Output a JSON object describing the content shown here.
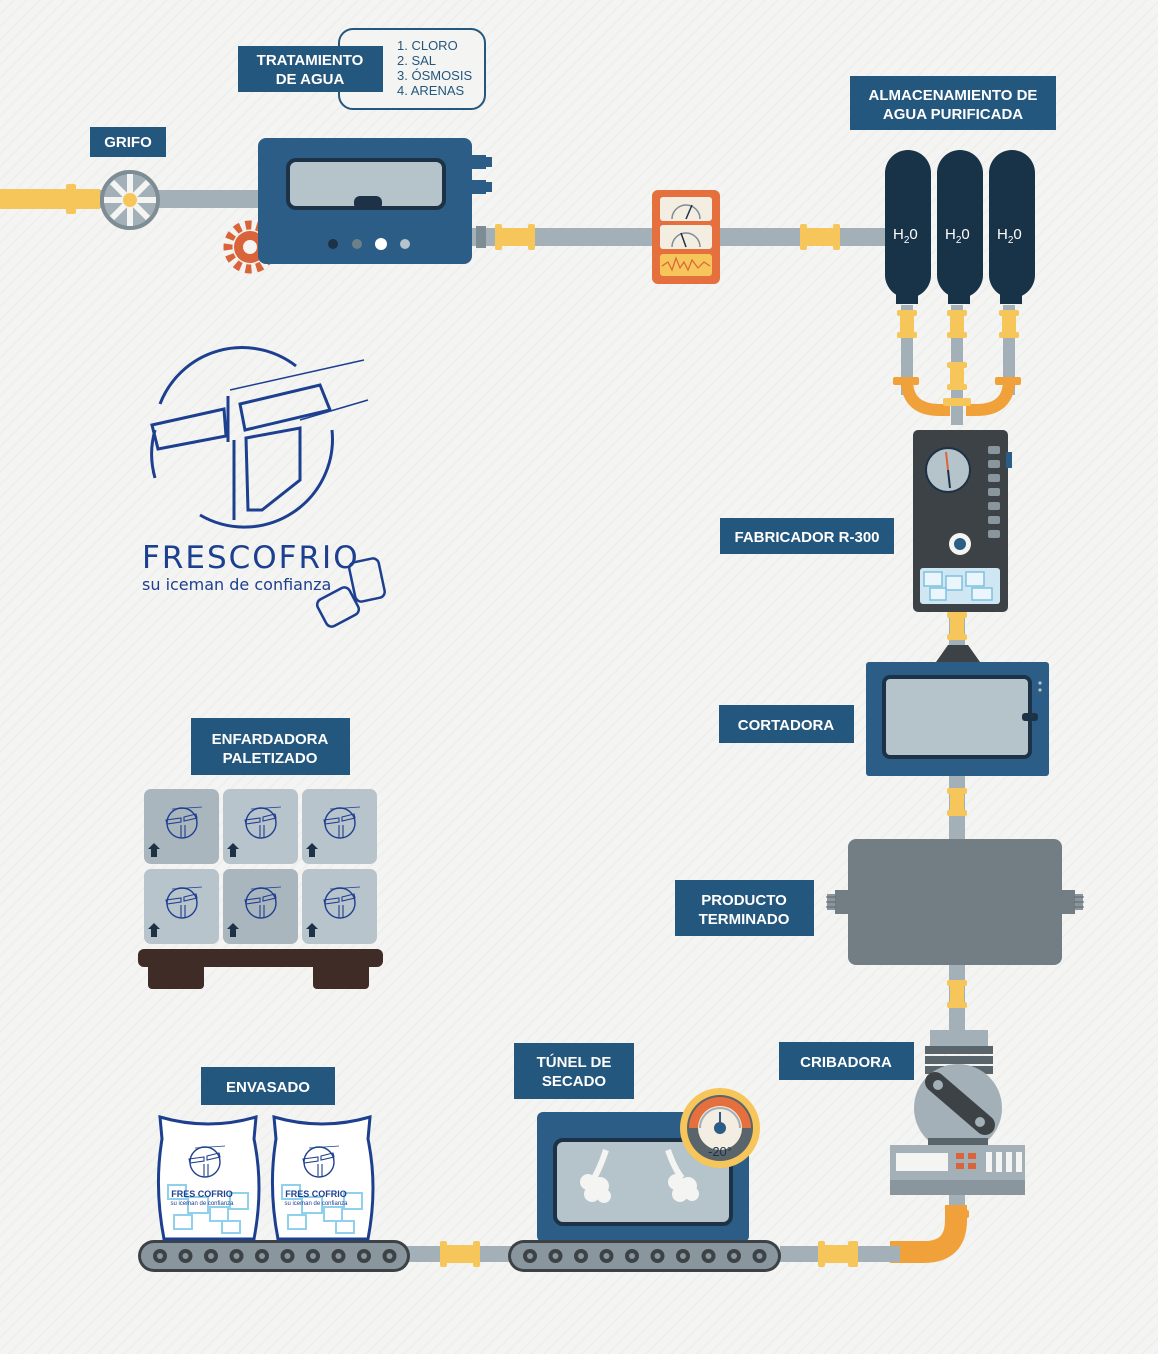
{
  "stations": {
    "grifo": "GRIFO",
    "tratamiento_line1": "TRATAMIENTO",
    "tratamiento_line2": "DE AGUA",
    "almacenamiento_line1": "ALMACENAMIENTO DE",
    "almacenamiento_line2": "AGUA PURIFICADA",
    "fabricador": "FABRICADOR R-300",
    "cortadora": "CORTADORA",
    "producto_line1": "PRODUCTO",
    "producto_line2": "TERMINADO",
    "cribadora": "CRIBADORA",
    "tunel_line1": "TÚNEL DE",
    "tunel_line2": "SECADO",
    "envasado": "ENVASADO",
    "enfardadora_line1": "ENFARDADORA",
    "enfardadora_line2": "PALETIZADO"
  },
  "treatment_steps": [
    "1. CLORO",
    "2. SAL",
    "3. ÓSMOSIS",
    "4. ARENAS"
  ],
  "tank_label": "H",
  "tank_sub": "2",
  "tank_suffix": "0",
  "temperature": "-20°",
  "brand": {
    "name": "FRESCOFRIO",
    "tagline": "su iceman de confianza",
    "bag_name": "FRES COFRIO",
    "bag_tagline": "su iceman de confianza"
  },
  "colors": {
    "label_bg": "#24577e",
    "pipe": "#a3b0b7",
    "coupling": "#f6c65a",
    "machine_blue": "#2c5d86",
    "dark_tank": "#183247",
    "orange": "#f1a13a",
    "brand_blue": "#1d3f8f"
  }
}
